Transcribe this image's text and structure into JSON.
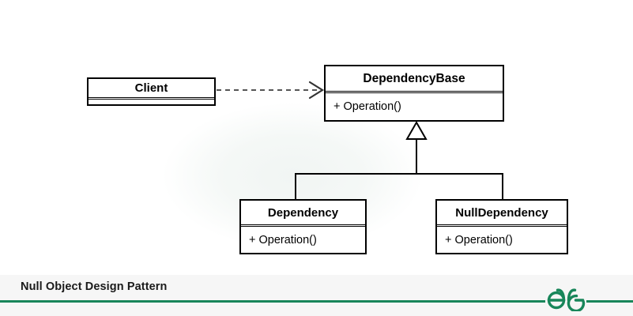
{
  "diagram": {
    "type": "uml-class-diagram",
    "classes": [
      {
        "id": "client",
        "name": "Client",
        "members": [],
        "has_empty_compartment": true
      },
      {
        "id": "dependencybase",
        "name": "DependencyBase",
        "members": [
          "+ Operation()"
        ],
        "has_empty_compartment": false
      },
      {
        "id": "dependency",
        "name": "Dependency",
        "members": [
          "+ Operation()"
        ],
        "has_empty_compartment": false
      },
      {
        "id": "nulldependency",
        "name": "NullDependency",
        "members": [
          "+ Operation()"
        ],
        "has_empty_compartment": false
      }
    ],
    "relations": [
      {
        "kind": "dependency",
        "from": "client",
        "to": "dependencybase",
        "style": "dashed-open-arrow"
      },
      {
        "kind": "generalization",
        "from": "dependency",
        "to": "dependencybase",
        "style": "solid-hollow-triangle"
      },
      {
        "kind": "generalization",
        "from": "nulldependency",
        "to": "dependencybase",
        "style": "solid-hollow-triangle"
      }
    ]
  },
  "footer": {
    "caption": "Null Object Design Pattern",
    "brand": "gfg-logo",
    "accent_color": "#18865a",
    "band_color": "#f6f6f6"
  },
  "colors": {
    "stroke": "#000000",
    "background": "#ffffff",
    "accent_green": "#18865a",
    "dashed_line": "#555555"
  }
}
